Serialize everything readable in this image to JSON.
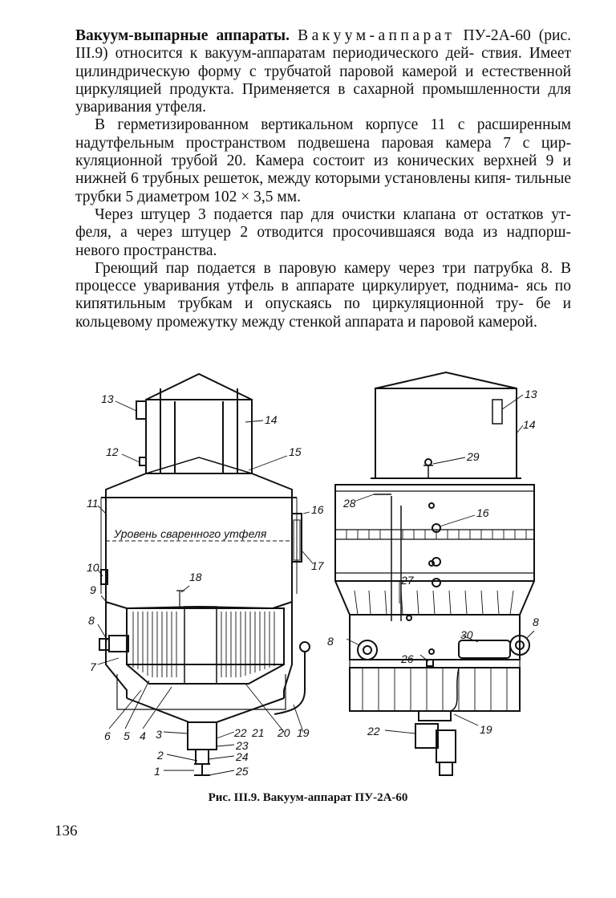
{
  "paragraphs": [
    {
      "heading": "Вакуум-выпарные аппараты.",
      "spaced": "Вакуум-аппарат",
      "lines": [
        " ПУ-2А-60",
        "(рис. III.9) относится к вакуум-аппаратам периодического дей-",
        "ствия. Имеет цилиндрическую форму с трубчатой паровой камерой",
        "и естественной циркуляцией продукта. Применяется в сахарной",
        "промышленности для уваривания утфеля."
      ]
    },
    {
      "lines": [
        "В герметизированном вертикальном корпусе 11 с расширенным",
        "надутфельным пространством подвешена паровая камера 7 с цир-",
        "куляционной трубой 20. Камера состоит из конических верхней 9 и",
        "нижней 6 трубных решеток, между которыми установлены кипя-",
        "тильные трубки 5 диаметром 102 × 3,5 мм."
      ]
    },
    {
      "lines": [
        "Через штуцер 3 подается пар для очистки клапана от остатков ут-",
        "феля, а через штуцер 2 отводится просочившаяся вода из надпорш-",
        "невого пространства."
      ]
    },
    {
      "lines": [
        "Греющий пар подается в паровую камеру через три патрубка 8.",
        "В процессе уваривания утфель в аппарате циркулирует, поднима-",
        "ясь по кипятильным трубкам и опускаясь по циркуляционной тру-",
        "бе и кольцевому промежутку между стенкой аппарата и паровой",
        "камерой."
      ]
    }
  ],
  "figure": {
    "level_label": "Уровень сваренного утфеля",
    "left_labels": {
      "n13": "13",
      "n14": "14",
      "n12": "12",
      "n15": "15",
      "n11": "11",
      "n16": "16",
      "n17": "17",
      "n10": "10",
      "n18": "18",
      "n9": "9",
      "n8": "8",
      "n7": "7",
      "n6": "6",
      "n5": "5",
      "n4": "4",
      "n3": "3",
      "n22": "22",
      "n21": "21",
      "n20": "20",
      "n19": "19",
      "n23": "23",
      "n2": "2",
      "n24": "24",
      "n1": "1",
      "n25": "25"
    },
    "right_labels": {
      "n13": "13",
      "n14": "14",
      "n29": "29",
      "n28": "28",
      "n16": "16",
      "n27": "27",
      "n8a": "8",
      "n8b": "8",
      "n30": "30",
      "n26": "26",
      "n22": "22",
      "n19": "19"
    }
  },
  "caption": "Рис. III.9. Вакуум-аппарат ПУ-2А-60",
  "page_number": "136"
}
